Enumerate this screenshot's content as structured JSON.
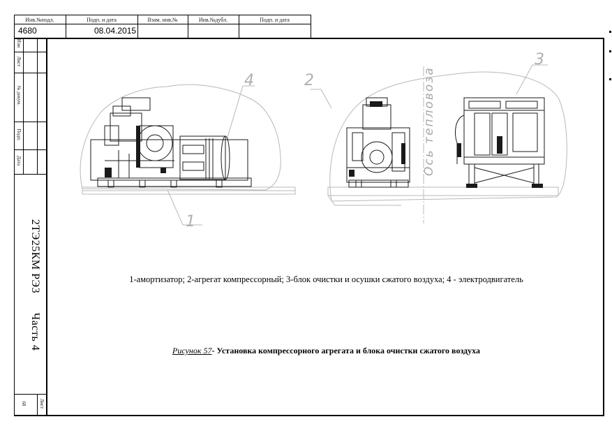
{
  "title_block": {
    "headers": [
      "Инв.№подл.",
      "Подп. и дата",
      "Взам. инв.№",
      "Инв.№дубл.",
      "Подп. и дата"
    ],
    "values": [
      "4680",
      "08.04.2015",
      "",
      "",
      ""
    ]
  },
  "side_labels": {
    "izm": "Изм",
    "list": "Лист",
    "doc_no": "№ докум.",
    "podp": "Подп.",
    "data": "Дата",
    "sheet_label": "Лист",
    "sheet_number": "68"
  },
  "doc_code": "2ТЭ25КМ   РЭ3",
  "part": "Часть 4",
  "callouts": [
    "1",
    "2",
    "3",
    "4"
  ],
  "vertical_axis_text": "Ось тепловоза",
  "legend": "1-амортизатор; 2-агрегат компрессорный; 3-блок очистки и осушки сжатого воздуха; 4 - электродвигатель",
  "caption": {
    "prefix": "Рисунок 57",
    "title": "- Установка компрессорного агрегата и блока очистки сжатого воздуха"
  }
}
